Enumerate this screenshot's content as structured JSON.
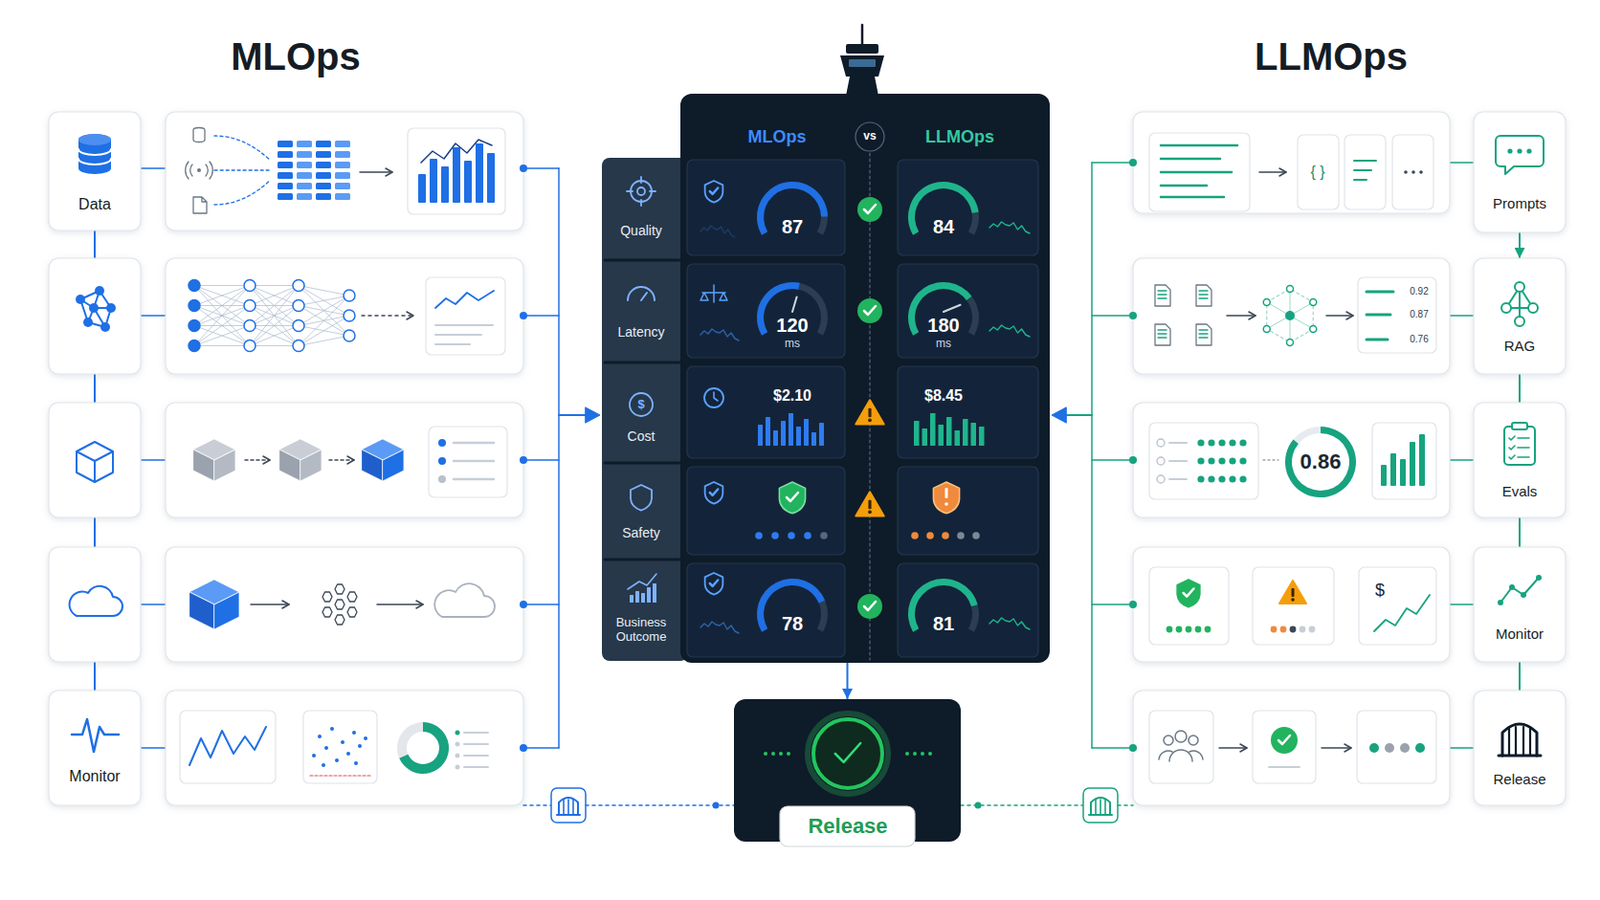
{
  "diagram": {
    "nodes": [
      {
        "text": [
          "Data"
        ]
      },
      {
        "text": [
          "Monitor"
        ]
      },
      {
        "text": [
          "MLOps",
          "vs",
          "LLMOps"
        ]
      },
      {
        "text": [
          "Quality"
        ],
        "in": 2
      },
      {
        "text": [
          "87"
        ],
        "in": 2
      },
      {
        "text": [
          "84"
        ],
        "in": 2
      },
      {
        "text": [
          "Latency"
        ],
        "in": 2
      },
      {
        "text": [
          "120",
          "ms"
        ],
        "in": 2
      },
      {
        "text": [
          "180",
          "ms"
        ],
        "in": 2
      },
      {
        "text": [
          "$",
          "Cost"
        ],
        "in": 2
      },
      {
        "text": [
          "$2.10"
        ],
        "in": 2
      },
      {
        "text": [
          "$8.45"
        ],
        "in": 2
      },
      {
        "text": [
          "Safety"
        ],
        "in": 2
      },
      {
        "text": [
          "Business Outcome"
        ],
        "in": 2
      },
      {
        "text": [
          "78"
        ],
        "in": 2
      },
      {
        "text": [
          "81"
        ],
        "in": 2
      },
      {
        "text": [
          "Release"
        ]
      },
      {
        "text": [
          "{ }"
        ]
      },
      {
        "text": [
          "Prompts"
        ]
      },
      {
        "text": [
          "0.92",
          "0.87",
          "0.76"
        ]
      },
      {
        "text": [
          "RAG"
        ]
      },
      {
        "text": [
          "0.86"
        ]
      },
      {
        "text": [
          "Evals"
        ]
      },
      {
        "text": [
          "$"
        ]
      },
      {
        "text": [
          "Monitor"
        ]
      },
      {
        "text": [
          "Release"
        ]
      }
    ],
    "edges": [
      {
        "from": 0,
        "to": 1,
        "arrow": "none"
      },
      {
        "from": 2,
        "to": 16,
        "arrow": "to"
      },
      {
        "from": 18,
        "to": 20,
        "arrow": "to"
      },
      {
        "from": 20,
        "to": 22,
        "arrow": "none"
      },
      {
        "from": 22,
        "to": 24,
        "arrow": "none"
      },
      {
        "from": 24,
        "to": 25,
        "arrow": "none"
      }
    ],
    "labels": [
      "MLOps",
      "LLMOps"
    ]
  }
}
